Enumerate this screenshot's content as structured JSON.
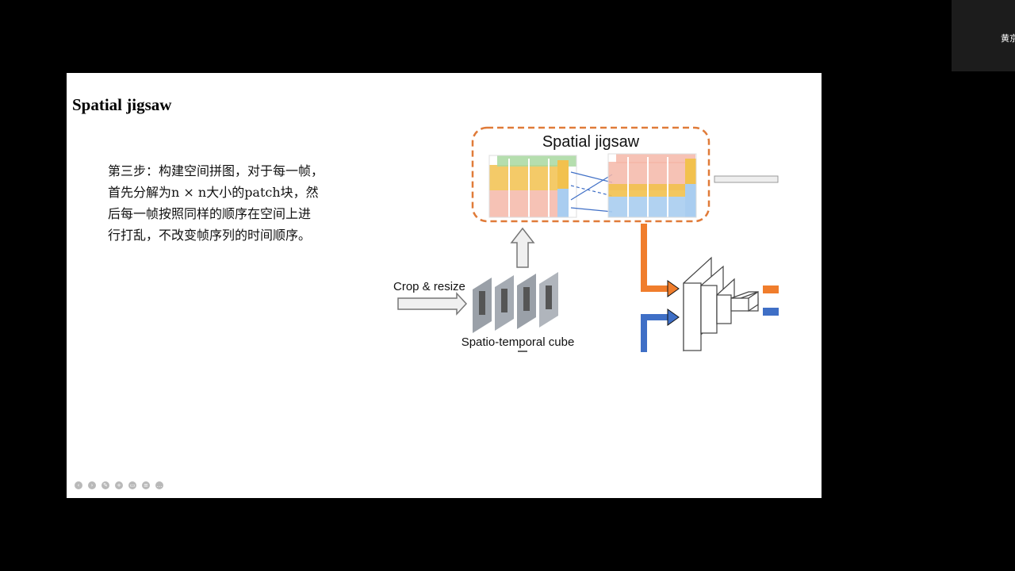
{
  "participant": {
    "name": "黄京"
  },
  "slide": {
    "title": "Spatial jigsaw",
    "body_lines": [
      "第三步：构建空间拼图，对于每一帧，",
      "首先分解为n × n大小的patch块，然",
      "后每一帧按照同样的顺序在空间上进",
      "行打乱，不改变帧序列的时间顺序。"
    ]
  },
  "figure": {
    "box_label": "Spatial jigsaw",
    "crop_label": "Crop & resize",
    "cube_label": "Spatio-temporal cube",
    "colors": {
      "dashed_border": "#e07b39",
      "orange": "#f07d2c",
      "blue": "#3f6fc6",
      "patch_yellow": "#f2c14e",
      "patch_green": "#a8d8a0",
      "patch_pink": "#f5b7a8",
      "patch_blue": "#a9cdf0"
    }
  },
  "toolbar": {
    "icons": [
      "prev-icon",
      "next-icon",
      "pen-icon",
      "zoom-icon",
      "screen-icon",
      "comment-icon",
      "more-icon"
    ]
  }
}
